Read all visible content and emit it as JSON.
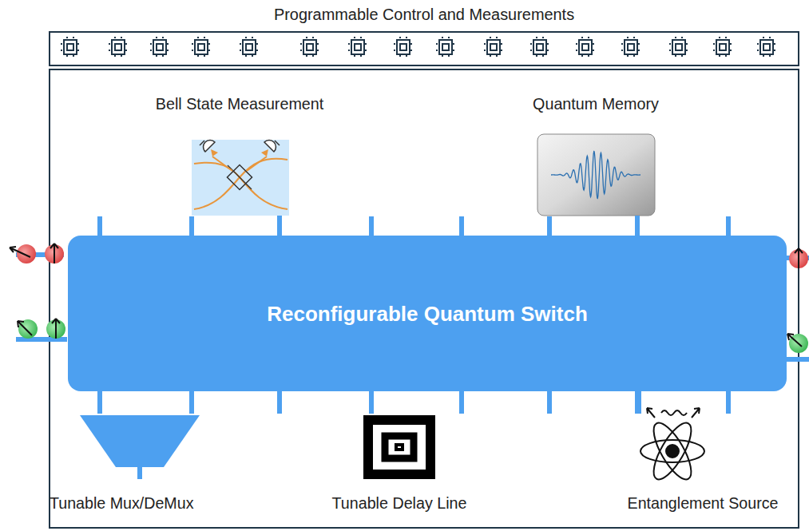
{
  "diagram": {
    "nodes": [
      {
        "text": [
          "Programmable Control and Measurements"
        ]
      },
      {
        "text": [
          "Bell State Measurement"
        ]
      },
      {
        "text": [
          "Quantum Memory"
        ]
      },
      {
        "text": [
          "Reconfigurable Quantum Switch"
        ]
      },
      {
        "text": [
          "Tunable Mux/DeMux"
        ]
      },
      {
        "text": [
          "Tunable Delay Line"
        ]
      },
      {
        "text": [
          "Entanglement Source"
        ]
      }
    ],
    "edges": [
      {
        "from": 3,
        "to": 1,
        "arrow": "none"
      },
      {
        "from": 3,
        "to": 2,
        "arrow": "none"
      },
      {
        "from": 3,
        "to": 4,
        "arrow": "none"
      },
      {
        "from": 3,
        "to": 5,
        "arrow": "none"
      },
      {
        "from": 3,
        "to": 6,
        "arrow": "none"
      }
    ]
  }
}
